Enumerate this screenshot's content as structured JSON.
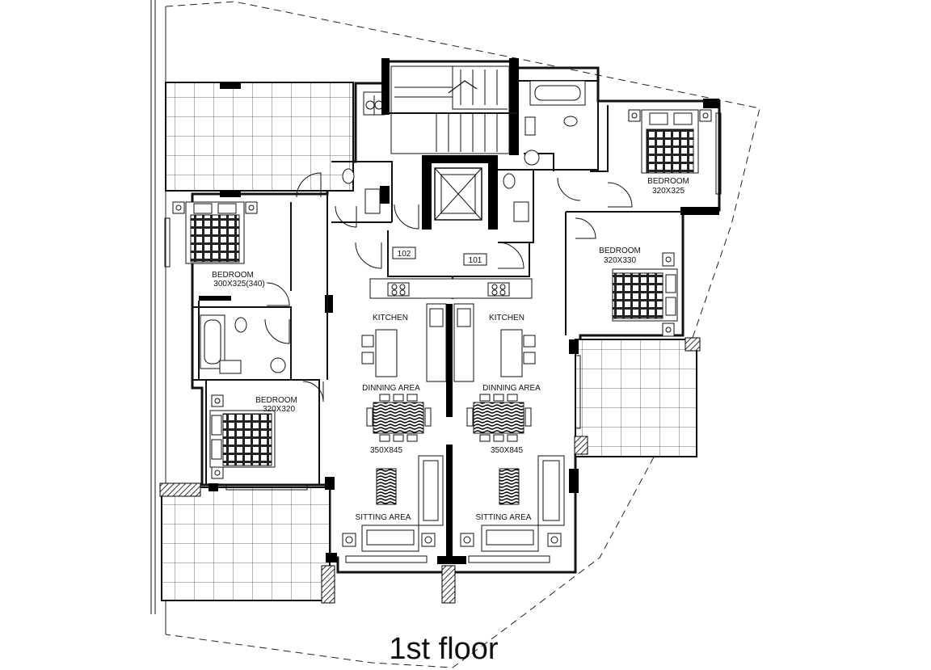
{
  "plan": {
    "title": "1st floor",
    "units": [
      "102",
      "101"
    ],
    "rooms": {
      "bedroom_nw": {
        "name": "BEDROOM",
        "size": "300X325(340)"
      },
      "bedroom_sw": {
        "name": "BEDROOM",
        "size": "320X320"
      },
      "bedroom_ne": {
        "name": "BEDROOM",
        "size": "320X325"
      },
      "bedroom_e": {
        "name": "BEDROOM",
        "size": "320X330"
      },
      "kitchen_left": {
        "name": "KITCHEN"
      },
      "kitchen_right": {
        "name": "KITCHEN"
      },
      "dining_left": {
        "name": "DINNING AREA"
      },
      "dining_right": {
        "name": "DINNING AREA"
      },
      "living_left": {
        "size": "350X845",
        "name": "SITTING AREA"
      },
      "living_right": {
        "size": "350X845",
        "name": "SITTING AREA"
      }
    }
  }
}
